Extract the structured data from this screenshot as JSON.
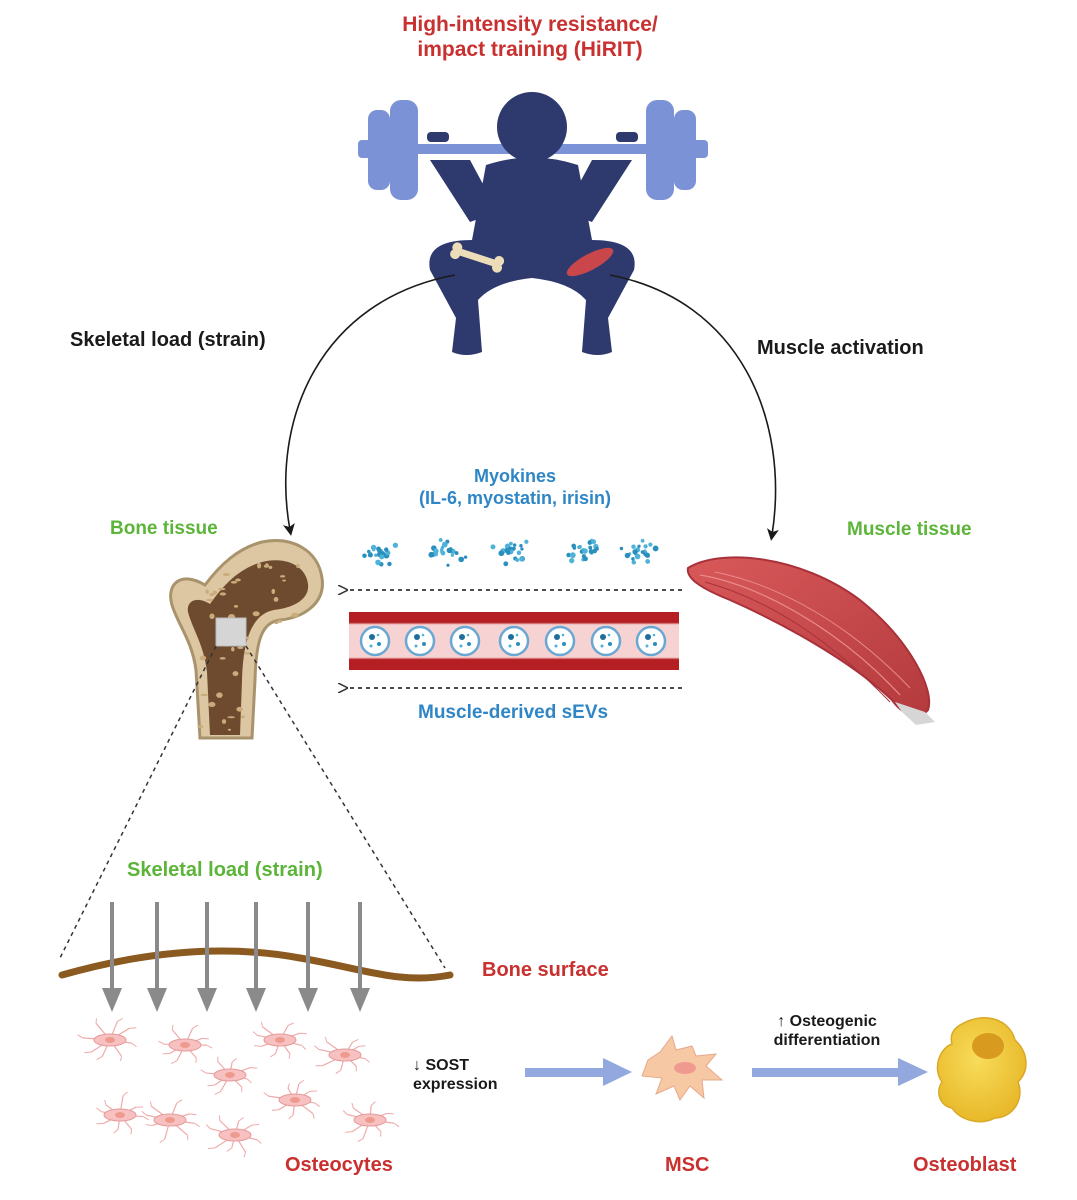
{
  "title": {
    "line1": "High-intensity resistance/",
    "line2": "impact training (HiRIT)"
  },
  "pathways": {
    "skeletal_load": "Skeletal load (strain)",
    "muscle_activation": "Muscle activation"
  },
  "tissues": {
    "bone": "Bone tissue",
    "muscle": "Muscle tissue"
  },
  "myokines": {
    "line1": "Myokines",
    "line2": "(IL-6, myostatin, irisin)"
  },
  "sevs": "Muscle-derived sEVs",
  "zoom": {
    "load_label": "Skeletal load (strain)",
    "bone_surface": "Bone surface"
  },
  "cells": {
    "osteocytes": "Osteocytes",
    "msc": "MSC",
    "osteoblast": "Osteoblast"
  },
  "steps": {
    "sost_arrow": "↓",
    "sost_line1": "SOST",
    "sost_line2": "expression",
    "osteo_arrow": "↑",
    "osteo_line1": "Osteogenic",
    "osteo_line2": "differentiation"
  },
  "colors": {
    "title_red": "#c8312f",
    "green": "#5cb539",
    "blue": "#2f86c6",
    "figure_navy": "#2e3a6e",
    "barbell_blue": "#7b92d6",
    "muscle_red": "#c9474a",
    "bone_tan": "#dcc7a2",
    "arrow_gray": "#8a8a8a",
    "flow_arrow": "#92a8de",
    "osteoblast_yellow": "#f2cc3d"
  }
}
